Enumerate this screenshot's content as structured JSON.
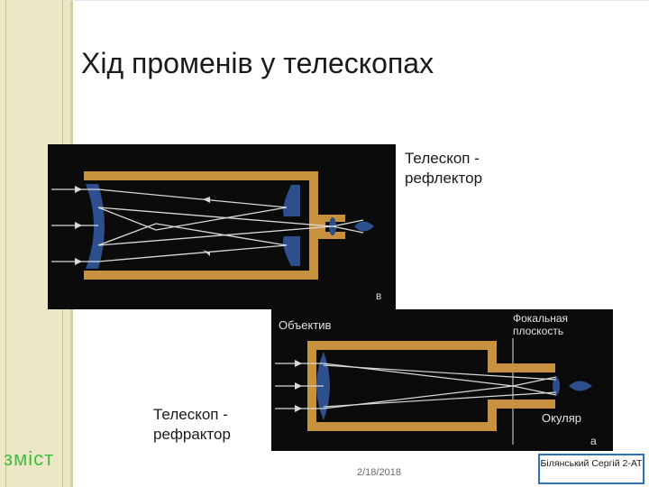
{
  "slide": {
    "title": "Хід променів у телескопах",
    "caption_reflector": "Телескоп - рефлектор",
    "caption_refractor": "Телескоп - рефрактор",
    "nav_link": "зміст",
    "date": "2/18/2018",
    "author": "Білянський Сергій 2-АТ"
  },
  "figure_reflector": {
    "label_b": "в"
  },
  "figure_refractor": {
    "label_objective": "Объектив",
    "label_focal_plane": "Фокальная плоскость",
    "label_eyepiece": "Окуляр",
    "label_a": "а"
  },
  "colors": {
    "tube": "#c8913e",
    "lens": "#2d4f8e",
    "background": "#0b0b0b",
    "nav_link": "#3fbf3f"
  }
}
